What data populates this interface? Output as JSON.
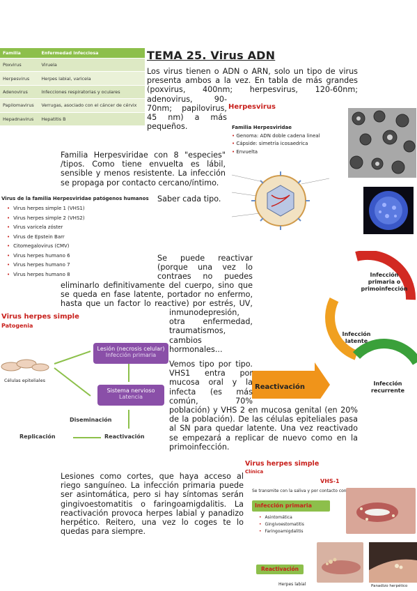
{
  "table": {
    "headers": [
      "Familia",
      "Enfermedad infecciosa"
    ],
    "rows": [
      [
        "Poxvirus",
        "Viruela"
      ],
      [
        "Herpesvirus",
        "Herpes labial, varicela"
      ],
      [
        "Adenovirus",
        "Infecciones respiratorias y oculares"
      ],
      [
        "Papilomavirus",
        "Verrugas, asociado con el cáncer de cérvix"
      ],
      [
        "Hepadnavirus",
        "Hepatitis B"
      ]
    ]
  },
  "title": "TEMA 25. Virus ADN",
  "intro_lines": [
    "Los virus tienen o ADN o ARN, solo un tipo de virus",
    "presenta ambos a la vez. En tabla de más grandes",
    "(poxvirus, 400nm; herpesvirus, 120-60nm;",
    "adenovirus, 90-",
    "70nm; papilovirus,",
    "45 nm) a más",
    "pequeños."
  ],
  "herpes_panel": {
    "heading": "Herpesvirus",
    "family": "Familia Herpesviridae",
    "items": [
      "Genoma: ADN doble cadena lineal",
      "Cápside: simetría icosaedrica",
      "Envuelta"
    ]
  },
  "family_para": [
    "Familia Herpesviridae con 8 \"especies\"",
    "/tipos. Como tiene envuelta es lábil,",
    "sensible y menos resistente. La infección",
    "se propaga por contacto cercano/íntimo."
  ],
  "virus_list": {
    "heading": "Virus de la familia Herpesviridae patógenos humanos",
    "items": [
      "Virus herpes simple 1 (VHS1)",
      "Virus herpes simple 2 (VHS2)",
      "Virus varicela zóster",
      "Virus de Epstein Barr",
      "Citomegalovirus (CMV)",
      "Virus herpes humano 6",
      "Virus herpes humano 7",
      "Virus herpes humano 8"
    ]
  },
  "saber": "Saber cada tipo.",
  "reactivar_para": [
    "Se puede reactivar",
    "(porque una vez lo",
    "contraes no puedes",
    "eliminarlo definitivamente del cuerpo, sino que",
    "se queda en fase latente, portador no enfermo,",
    "hasta que un factor lo reactive) por estrés, UV,",
    "inmunodepresión,",
    "otra enfermedad,",
    "traumatismos,",
    "cambios",
    "hormonales..."
  ],
  "cycle": {
    "primary": "Infección primaria o primoinfección",
    "latent": "Infección latente",
    "recurrent": "Infección recurrente",
    "reactivation": "Reactivación"
  },
  "patogenia": {
    "heading": "Virus herpes simple",
    "sub": "Patogenia",
    "cells": "Células epiteliales",
    "lesion": "Lesión (necrosis celular)",
    "lesion_sub": "Infección primaria",
    "nervous": "Sistema nervioso",
    "nervous_sub": "Latencia",
    "dissemination": "Diseminación",
    "reactivation": "Reactivación",
    "replication": "Replicación"
  },
  "vemos_para": [
    "Vemos tipo por tipo.",
    "VHS1 entra por",
    "mucosa oral y la",
    "infecta (es más",
    "común, 70%",
    "población) y VHS 2 en mucosa genital (en 20%",
    "de la población). De las células epiteliales pasa",
    "al SN para quedar latente. Una vez reactivado",
    "se empezará a replicar de nuevo como en la",
    "primoinfección."
  ],
  "lesiones_para": [
    "Lesiones como cortes, que haya acceso al",
    "riego sanguíneo. La infección primaria puede",
    "ser asintomática, pero si hay síntomas serán",
    "gingivoestomatitis o faringoamigdalitis. La",
    "reactivación provoca herpes labial y panadizo",
    "herpético. Reitero, una vez lo coges te lo",
    "quedas para siempre."
  ],
  "clinica": {
    "heading": "Virus herpes simple",
    "sub": "Clínica",
    "vhs": "VHS-1",
    "transmit": "Se transmite con la saliva y por contacto con las lesiones",
    "primary": "Infección primaria",
    "items": [
      "Asintomática",
      "Gingivoestomatitis",
      "Faringoamigdalitis"
    ],
    "reactivation": "Reactivación",
    "cap1": "Herpes labial",
    "cap2": "Panadizo herpético"
  },
  "colors": {
    "green": "#8dbf4b",
    "red": "#c8201c",
    "purple": "#8a4fa8",
    "orange": "#f0a020"
  }
}
